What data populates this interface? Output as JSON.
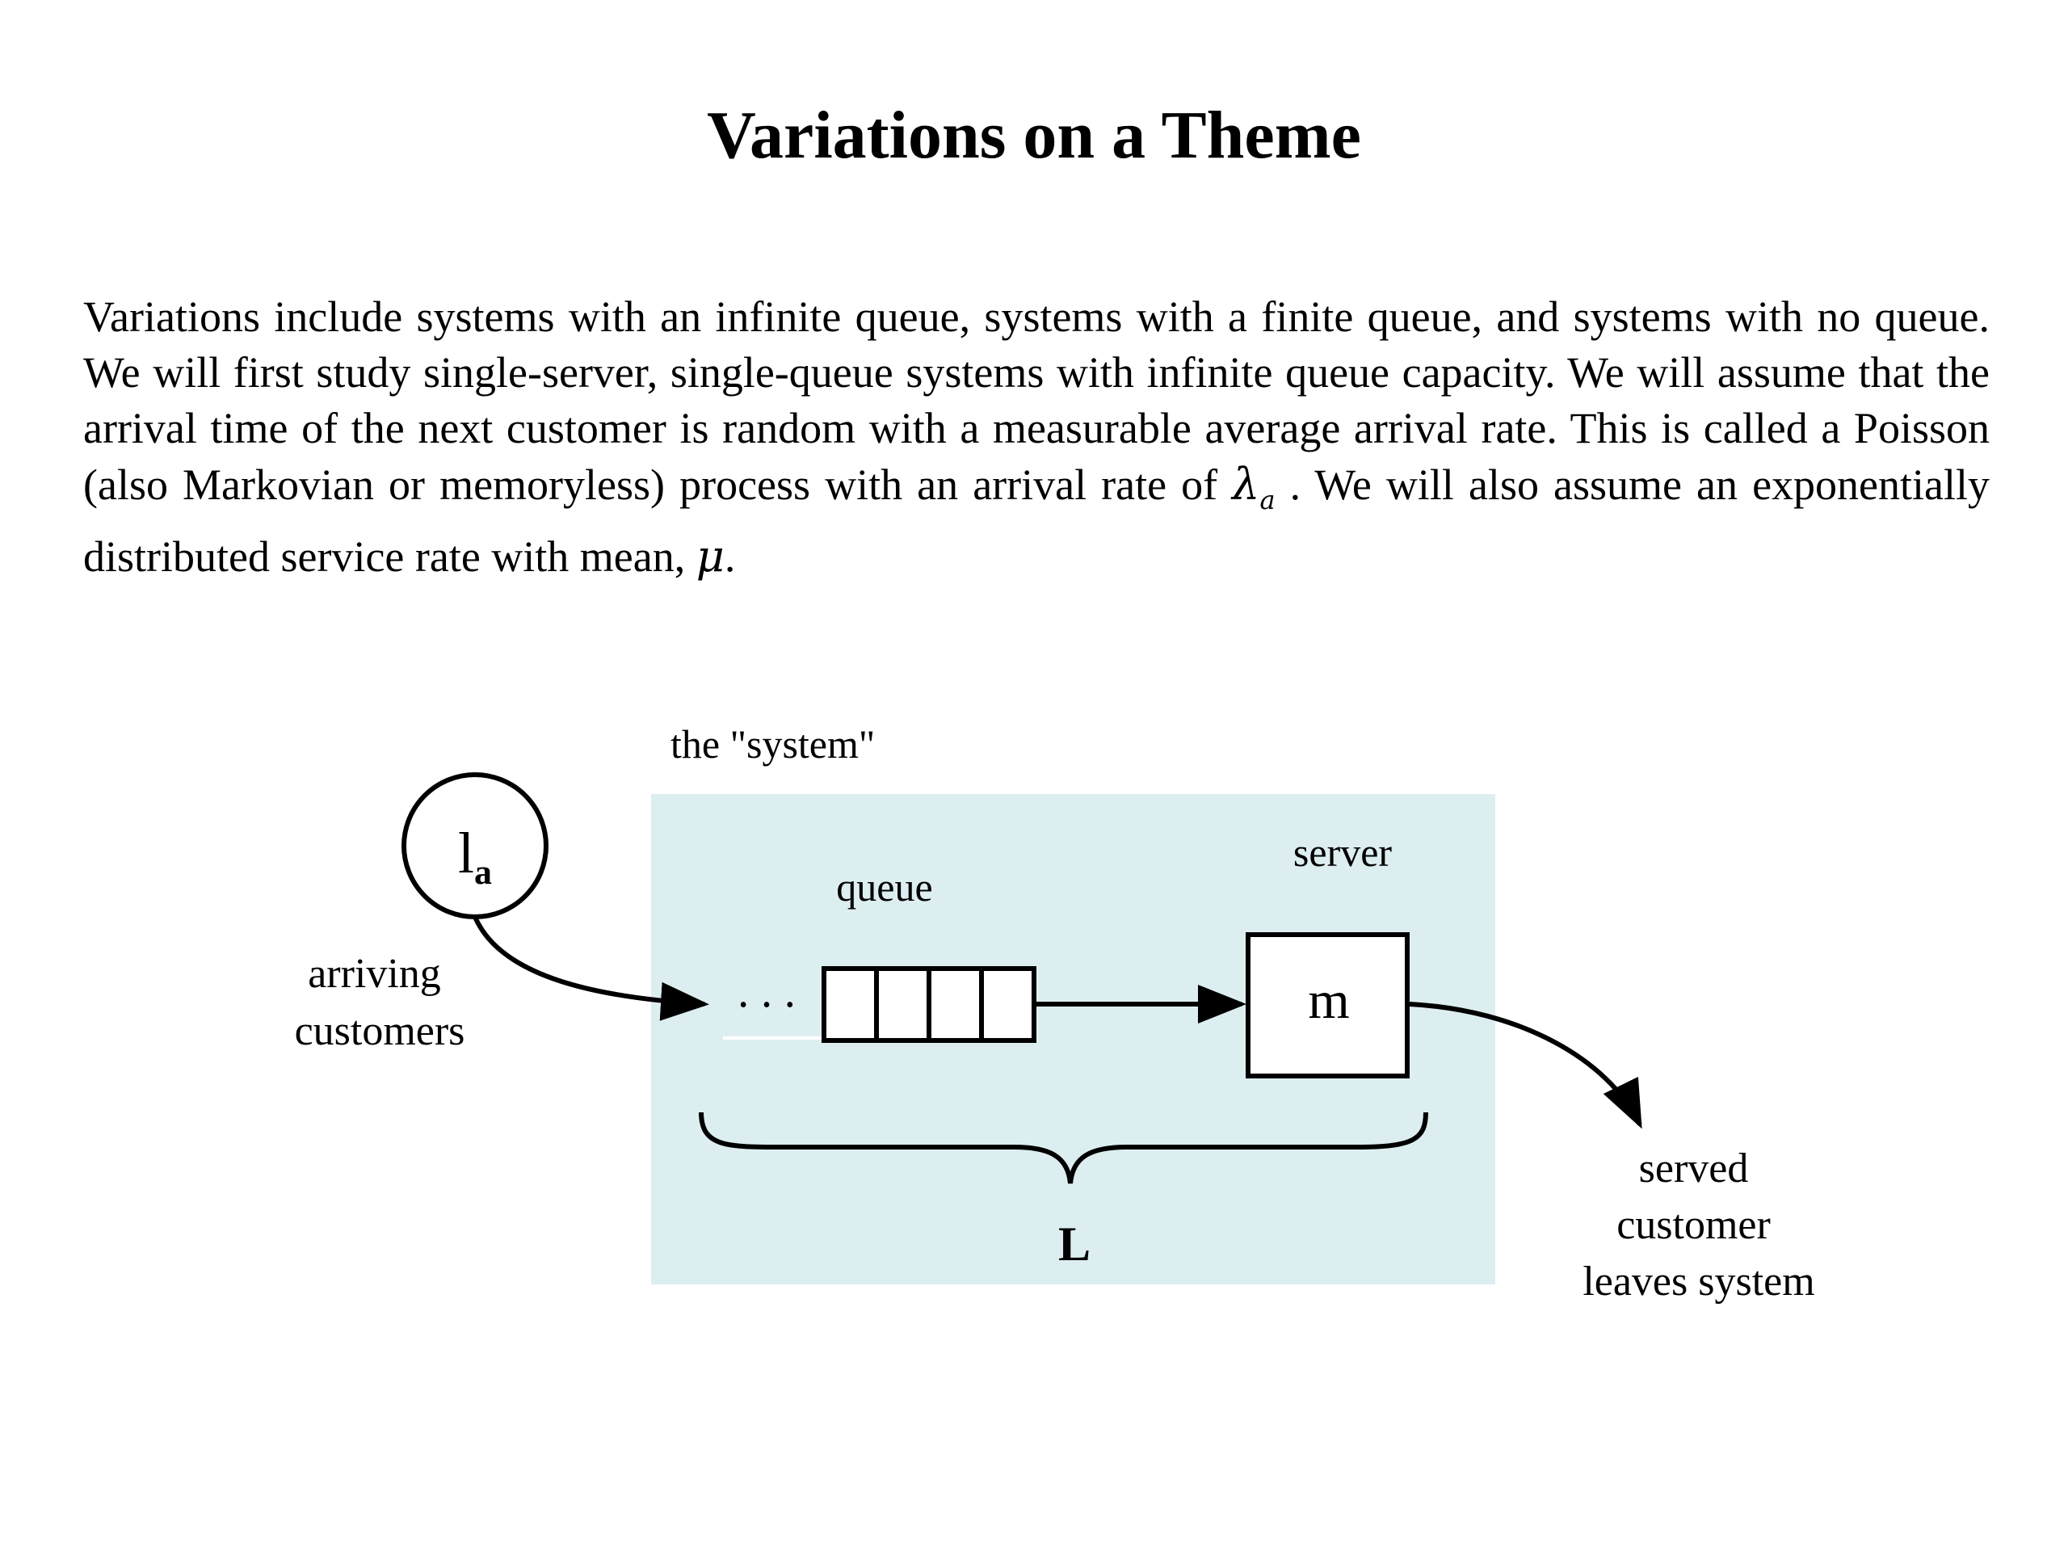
{
  "title": "Variations on a Theme",
  "paragraph": {
    "text_before_symbol": "Variations include systems with an infinite queue, systems with a finite queue, and systems with no queue. We will first study single-server, single-queue systems with infinite queue capacity. We will assume that the arrival time of the next customer is random with a measurable average arrival rate. This is called a Poisson (also Markovian or memoryless) process with an arrival rate of",
    "lambda_symbol": "λ",
    "lambda_subscript": "a",
    "text_after_symbol": ". We will also assume an exponentially distributed service rate with mean,",
    "mu_symbol": "μ",
    "text_end": "."
  },
  "diagram": {
    "system_label": "the \"system\"",
    "source_letter": "l",
    "source_subscript": "a",
    "arriving_label_line1": "arriving",
    "arriving_label_line2": "customers",
    "queue_label": "queue",
    "queue_ellipsis": "• • •",
    "server_label": "server",
    "server_letter": "m",
    "length_label": "L",
    "exit_label_line1": "served",
    "exit_label_line2": "customer",
    "exit_label_line3": "leaves system",
    "colors": {
      "system_fill": "#ddeef0",
      "stroke": "#000000"
    }
  }
}
